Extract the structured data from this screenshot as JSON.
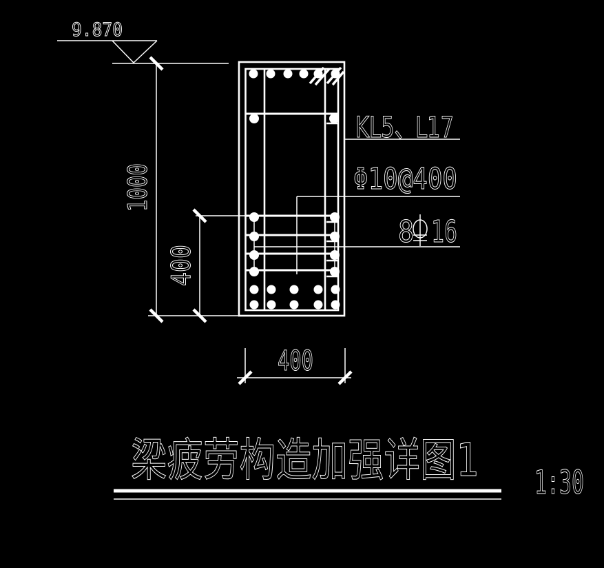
{
  "app": {
    "background_color": "#000000",
    "line_color": "#ffffff"
  },
  "elevation_marker": {
    "value": "9.870"
  },
  "dimensions": {
    "beam_total_height": "1000",
    "bottom_zone_height": "400",
    "beam_width": "400"
  },
  "annotations": {
    "beam_name": "KL5、L17",
    "stirrup_spec": "Φ10@400",
    "side_bars": {
      "full": "8Φ16",
      "count": "8",
      "diameter": "16"
    }
  },
  "title_block": {
    "title": "梁疲劳构造加强详图1",
    "scale": "1:30"
  }
}
